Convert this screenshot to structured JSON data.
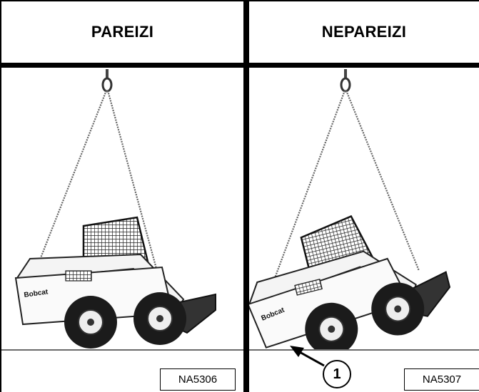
{
  "panels": {
    "left": {
      "title": "PAREIZI",
      "code": "NA5306"
    },
    "right": {
      "title": "NEPAREIZI",
      "code": "NA5307"
    }
  },
  "callout": {
    "number": "1"
  },
  "machine": {
    "brand": "Bobcat"
  }
}
